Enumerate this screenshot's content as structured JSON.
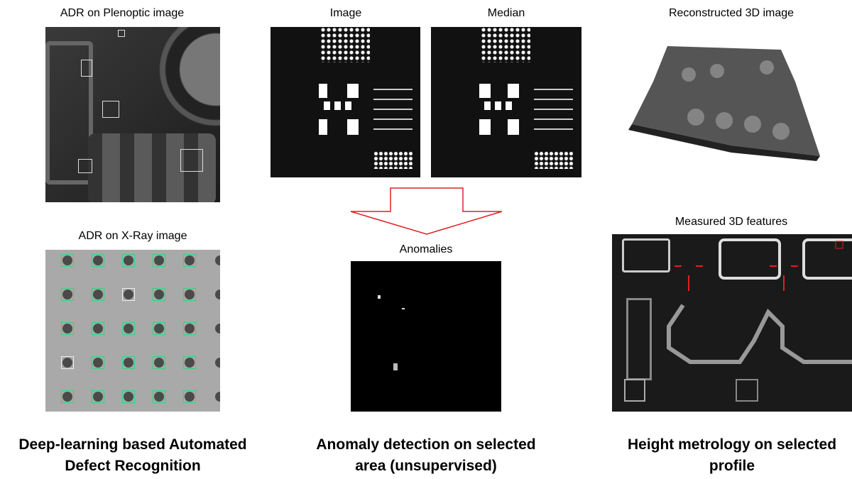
{
  "panels": {
    "plenoptic": {
      "title": "ADR on Plenoptic image"
    },
    "image": {
      "title": "Image"
    },
    "median": {
      "title": "Median"
    },
    "reconstructed": {
      "title": "Reconstructed 3D image"
    },
    "xray": {
      "title": "ADR on X-Ray image"
    },
    "anomalies": {
      "title": "Anomalies"
    },
    "measured": {
      "title": "Measured 3D features"
    }
  },
  "captions": {
    "adr_line1": "Deep-learning based Automated",
    "adr_line2": "Defect Recognition",
    "anomaly_line1": "Anomaly detection on selected",
    "anomaly_line2": "area (unsupervised)",
    "height_line1": "Height metrology on selected",
    "height_line2": "profile"
  },
  "colors": {
    "arrow": "#e02020",
    "detection_box": "#2fd67a",
    "measure_line": "#e02020"
  }
}
